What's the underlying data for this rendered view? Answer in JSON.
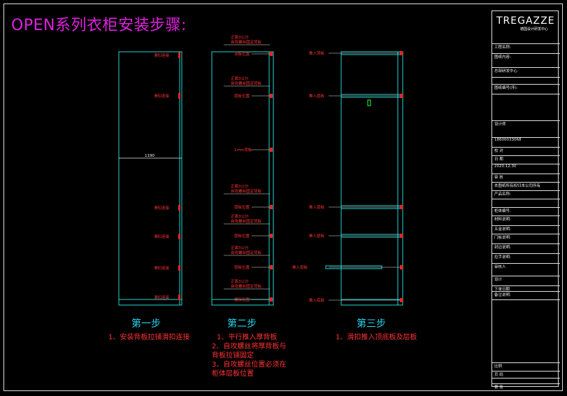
{
  "title": "OPEN系列衣柜安装步骤:",
  "steps": [
    {
      "heading": "第一步",
      "notes": [
        "1、安装背板拉铺滑扣连接"
      ],
      "labels": [
        "滑扣连接",
        "滑扣连接",
        "滑扣连接",
        "滑扣连接",
        "滑扣连接",
        "滑扣连接"
      ],
      "mid_label": "1190"
    },
    {
      "heading": "第二步",
      "notes": [
        "1、平行推入厚背板",
        "2、自攻螺丝将厚背板与背板拉铺固定",
        "3、自攻螺丝位置必须在柜体层板位置"
      ],
      "screw_note": [
        "正面3公分",
        "自攻螺丝固定背板"
      ],
      "labels": [
        "顶板位置",
        "层板位置",
        "1mm背板",
        "层板位置",
        "层板位置",
        "层板位置",
        "层板位置",
        "底板位置"
      ]
    },
    {
      "heading": "第三步",
      "notes": [
        "1、滑扣推入顶底板及层板"
      ],
      "labels": [
        "推入顶板",
        "推入层板",
        "推入层板",
        "推入层板",
        "推入层板",
        "推入底板"
      ]
    }
  ],
  "title_block": {
    "logo": "TREGAZZE",
    "logo_sub": "德国设计研发中心",
    "rows": [
      "工程名称:",
      "图纸内容:",
      "总部研发中心",
      "",
      "图纸编号(序):",
      "",
      "设计师",
      "18600033068",
      "校 对",
      "日 期",
      "2020.12.30",
      "审 核",
      "本图纸所有权归本公司所有",
      "产品名称:",
      "",
      "柜体编号:",
      "材料说明:",
      "五金说明:",
      "门板说明:",
      "封边说明:",
      "拉手说明:",
      "审核人",
      "设计",
      "下单日期",
      "备注说明:",
      "",
      "比例",
      "页 码",
      "",
      "第 张"
    ]
  },
  "colors": {
    "cabinet": "#20d8d0",
    "accent": "#ff3333",
    "title": "#e020e0",
    "step": "#27d3ee"
  }
}
